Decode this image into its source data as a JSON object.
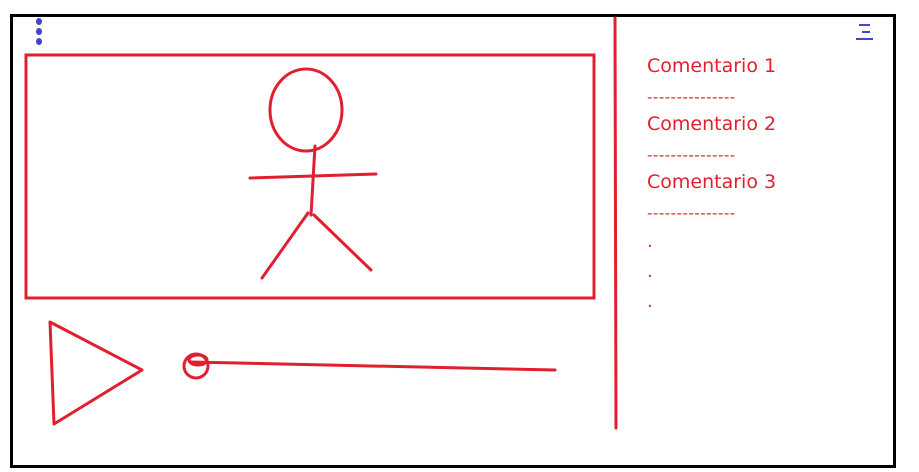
{
  "colors": {
    "sketch_red": "#e0202e",
    "icon_blue": "#3b48c9",
    "frame_black": "#000000"
  },
  "icons": {
    "options": "kebab-vertical-icon",
    "menu": "hamburger-menu-icon",
    "play": "play-triangle-icon",
    "scrubber": "seek-knob-icon",
    "video_subject": "stick-figure-icon"
  },
  "comments": {
    "items": [
      {
        "label": "Comentario 1",
        "separator": "---------------"
      },
      {
        "label": "Comentario 2",
        "separator": "---------------"
      },
      {
        "label": "Comentario 3",
        "separator": "---------------"
      }
    ],
    "more_dots": [
      ".",
      ".",
      "."
    ]
  }
}
